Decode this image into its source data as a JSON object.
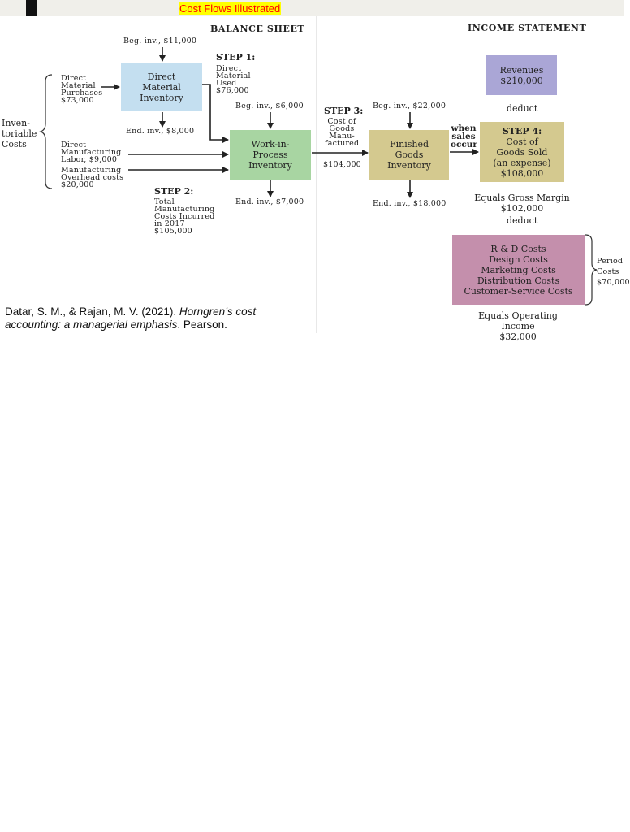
{
  "slide_title": "Cost Flows Illustrated",
  "colors": {
    "direct_material_box": "#c4dff0",
    "wip_box": "#a8d5a2",
    "finished_goods_box": "#d4c98f",
    "cogs_box": "#d4c98f",
    "revenues_box": "#aaa6d6",
    "period_costs_box": "#c48fac",
    "title_highlight": "#ffff00",
    "title_text": "#ff0000"
  },
  "balance_sheet": {
    "header": "BALANCE SHEET",
    "dm_beg_inv": "Beg. inv., $11,000",
    "dm_box": "Direct\nMaterial\nInventory",
    "dm_end_inv": "End. inv., $8,000",
    "dm_purchases": "Direct\nMaterial\nPurchases\n$73,000",
    "inventoriable_costs": "Inven-\ntoriable\nCosts",
    "step1_title": "STEP 1:",
    "step1_text": "Direct\nMaterial\nUsed\n$76,000",
    "wip_beg_inv": "Beg. inv., $6,000",
    "wip_box": "Work-in-\nProcess\nInventory",
    "wip_end_inv": "End. inv., $7,000",
    "direct_labor": "Direct\nManufacturing\nLabor, $9,000",
    "overhead": "Manufacturing\nOverhead costs\n$20,000",
    "step2_title": "STEP 2:",
    "step2_text": "Total\nManufacturing\nCosts Incurred\nin 2017\n$105,000",
    "step3_title": "STEP 3:",
    "step3_text": "Cost of\nGoods\nManu-\nfactured",
    "step3_amount": "$104,000",
    "fg_beg_inv": "Beg. inv., $22,000",
    "fg_box": "Finished\nGoods\nInventory",
    "fg_end_inv": "End. inv., $18,000"
  },
  "income_statement": {
    "header": "INCOME STATEMENT",
    "revenues_box": "Revenues\n$210,000",
    "deduct_1": "deduct",
    "when_sales_occur": "when\nsales\noccur",
    "step4_title": "STEP 4:",
    "step4_text": "Cost of\nGoods Sold\n(an expense)\n$108,000",
    "gross_margin": "Equals Gross Margin\n$102,000",
    "deduct_2": "deduct",
    "period_costs_box": "R & D Costs\nDesign Costs\nMarketing Costs\nDistribution Costs\nCustomer-Service Costs",
    "period_costs_label": "Period\nCosts\n$70,000",
    "operating_income": "Equals Operating Income\n$32,000"
  },
  "citation": {
    "authors": "Datar, S. M., & Rajan, M. V. (2021). ",
    "title": "Horngren’s cost accounting: a managerial emphasis",
    "publisher": ". Pearson."
  }
}
